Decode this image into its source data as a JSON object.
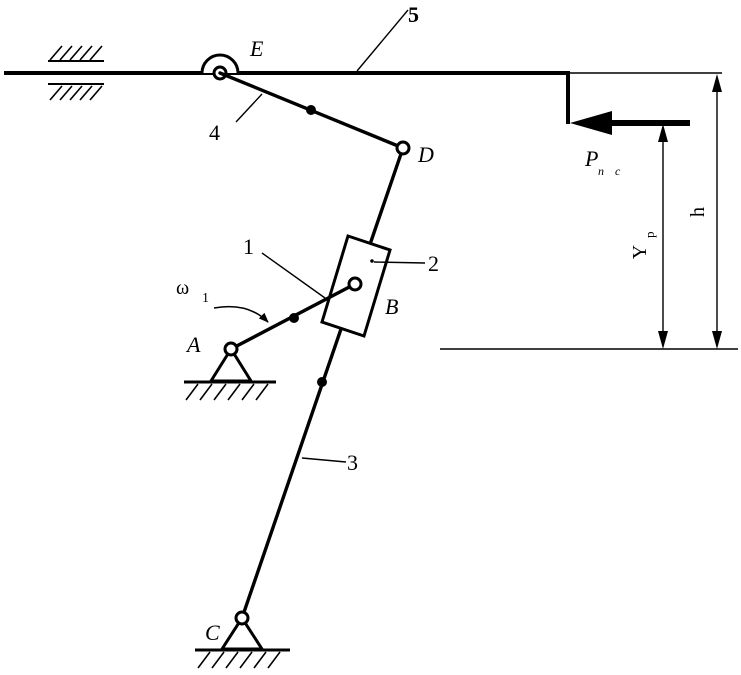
{
  "labels": {
    "A": "A",
    "B": "B",
    "C": "C",
    "D": "D",
    "E": "E",
    "link1": "1",
    "link2": "2",
    "link3": "3",
    "link4": "4",
    "link5": "5",
    "omega": "ω",
    "omega_sub": "1",
    "force": "P",
    "force_sub": "n c",
    "yp": "Y",
    "yp_sub": "p",
    "h": "h"
  }
}
